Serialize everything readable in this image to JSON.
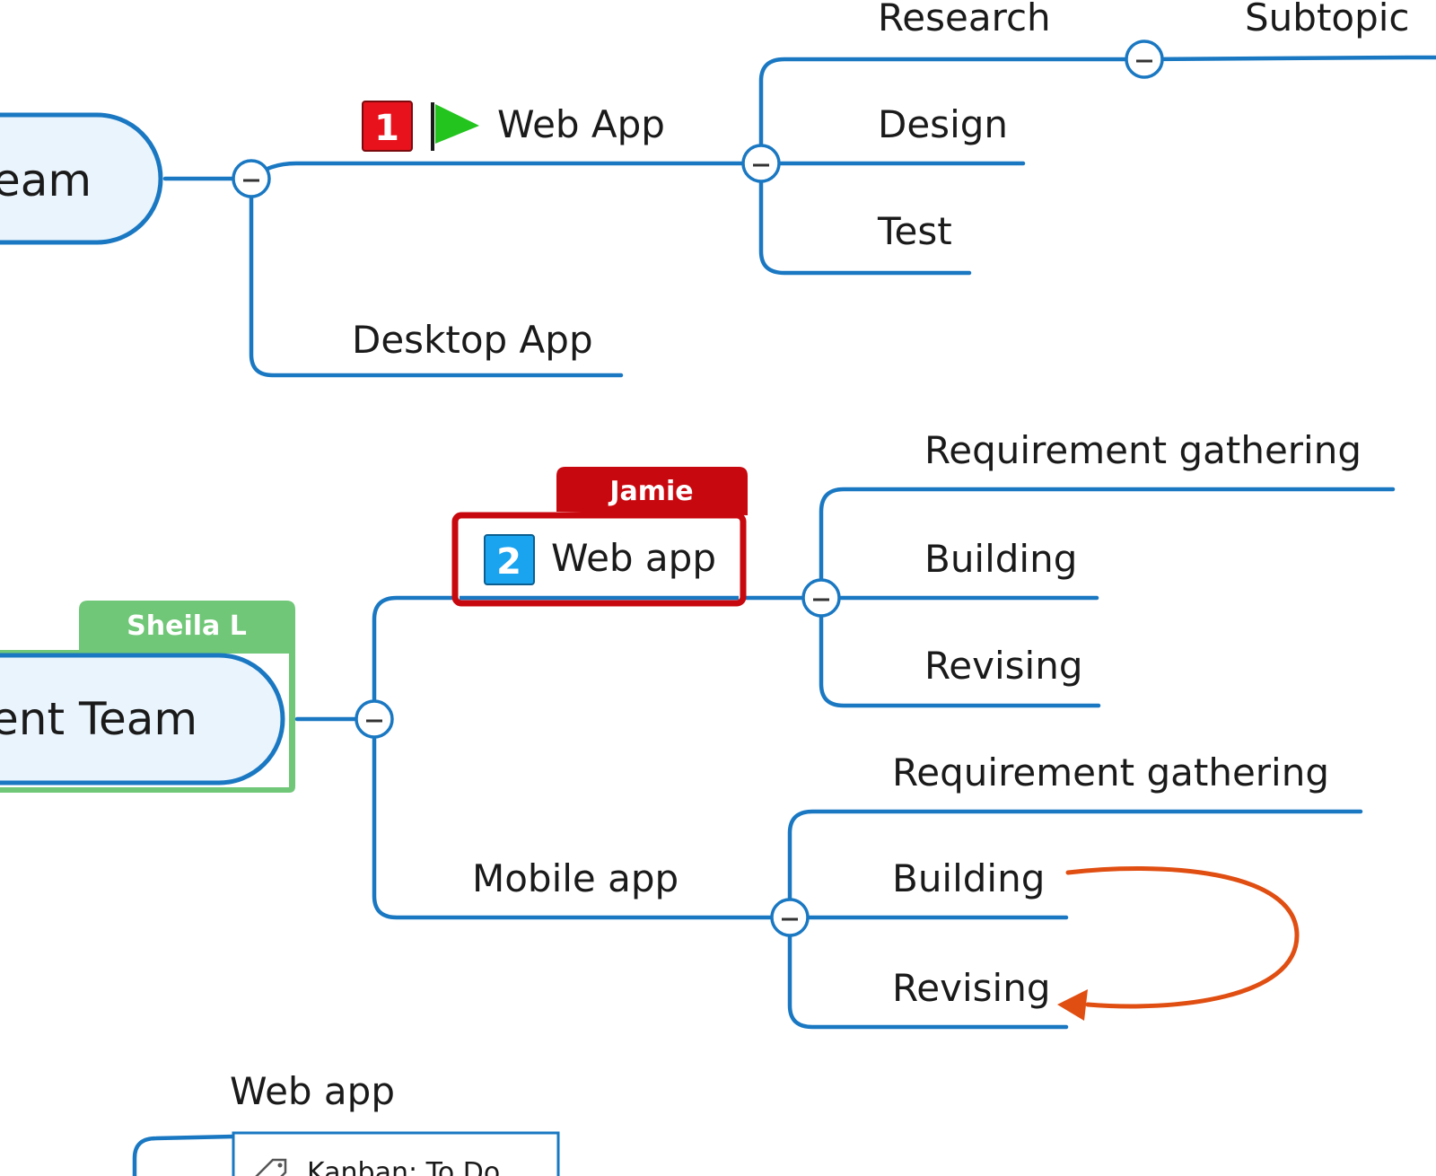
{
  "colors": {
    "branch": "#1a78c2",
    "central_fill": "#eaf4fc",
    "priority_1": "#e8121c",
    "priority_2": "#1aa3ef",
    "flag": "#23c41e",
    "tag_jamie": "#c8080f",
    "tag_sheila": "#6fc777",
    "relationship": "#e04e12"
  },
  "topics": {
    "team1": "eam",
    "web_app": "Web App",
    "research": "Research",
    "subtopic": "Subtopic",
    "design": "Design",
    "test": "Test",
    "desktop_app": "Desktop App",
    "team2": "ent Team",
    "web_app_2": "Web app",
    "req_gathering_1": "Requirement gathering",
    "building_1": "Building",
    "revising_1": "Revising",
    "mobile_app": "Mobile app",
    "req_gathering_2": "Requirement gathering",
    "building_2": "Building",
    "revising_2": "Revising",
    "web_app_3": "Web app",
    "kanban": "Kanban: To Do"
  },
  "markers": {
    "priority_1": "1",
    "priority_2": "2",
    "flag_icon": "flag-green-icon",
    "tag_icon": "tag-icon"
  },
  "labels": {
    "jamie": "Jamie",
    "sheila": "Sheila L"
  }
}
